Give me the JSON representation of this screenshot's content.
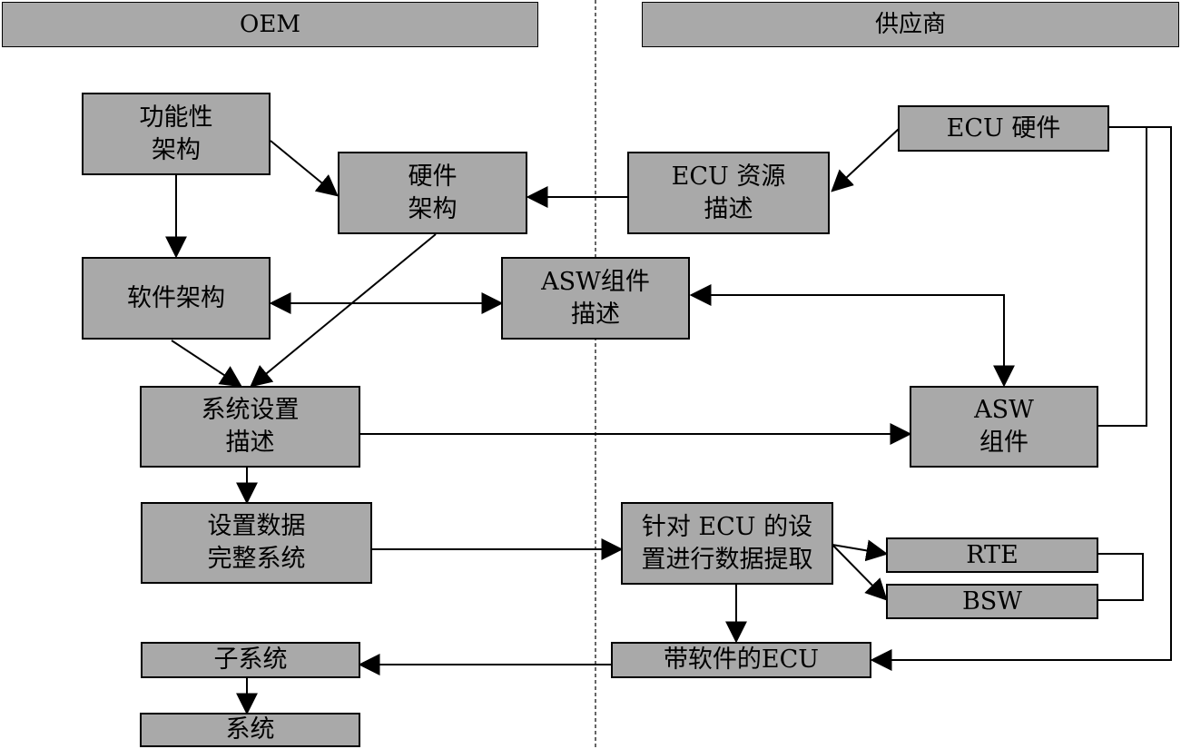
{
  "headers": {
    "oem": "OEM",
    "supplier": "供应商"
  },
  "boxes": {
    "functional_arch": [
      "功能性",
      "架构"
    ],
    "hardware_arch": [
      "硬件",
      "架构"
    ],
    "ecu_hardware": "ECU 硬件",
    "ecu_resource_desc": [
      "ECU 资源",
      "描述"
    ],
    "software_arch": "软件架构",
    "asw_component_desc": [
      "ASW组件",
      "描述"
    ],
    "system_config_desc": [
      "系统设置",
      "描述"
    ],
    "asw_component": [
      "ASW",
      "组件"
    ],
    "config_data_system": [
      "设置数据",
      "完整系统"
    ],
    "ecu_data_extract": [
      "针对 ECU 的设",
      "置进行数据提取"
    ],
    "rte": "RTE",
    "bsw": "BSW",
    "subsystem": "子系统",
    "ecu_with_software": "带软件的ECU",
    "system": "系统"
  },
  "colors": {
    "box_fill": "#a9a9a9",
    "stroke": "#000000",
    "background": "#ffffff"
  }
}
